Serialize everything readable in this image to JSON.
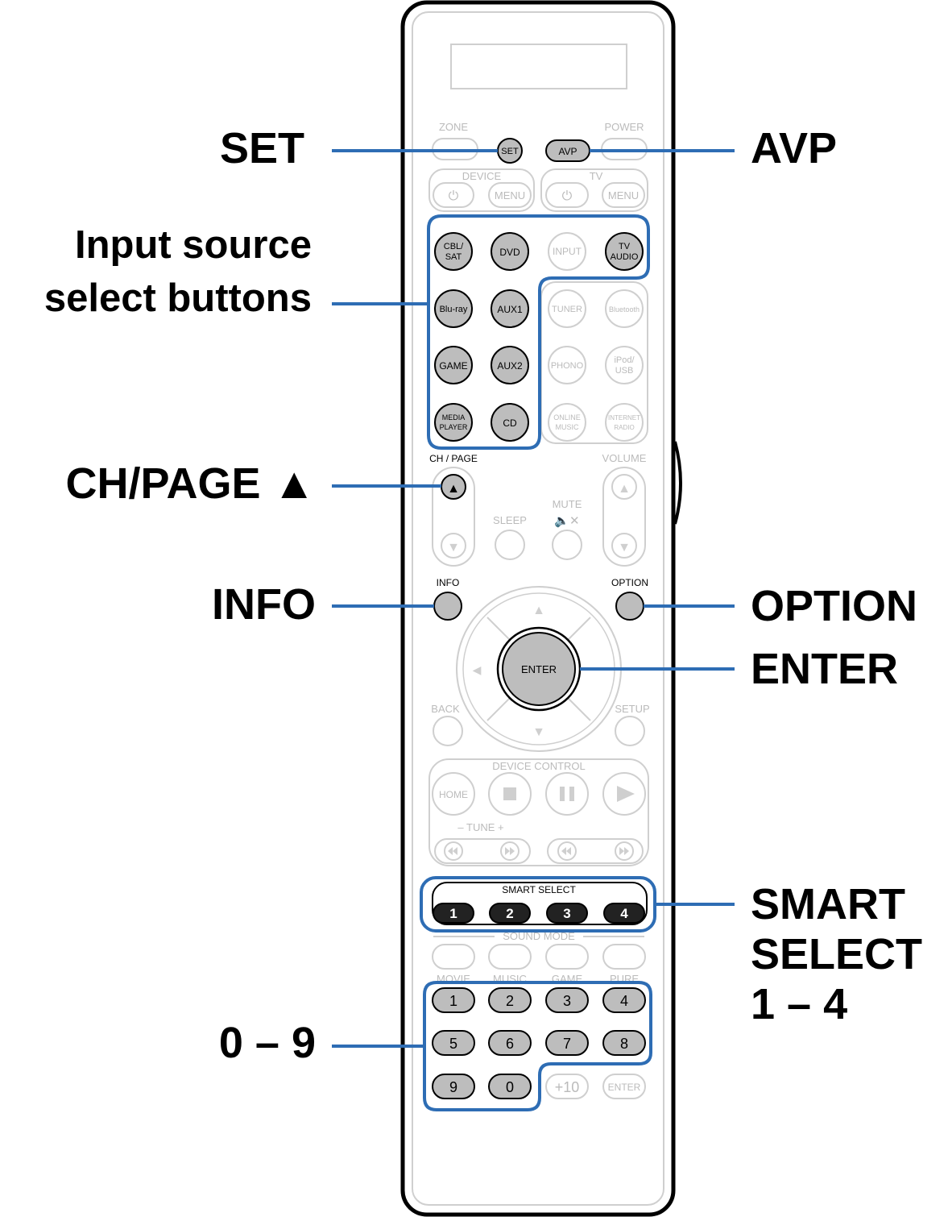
{
  "callouts": {
    "set": "SET",
    "input_line1": "Input source",
    "input_line2": "select buttons",
    "ch_page": "CH/PAGE ▲",
    "info": "INFO",
    "zero_nine": "0 – 9",
    "avp": "AVP",
    "option": "OPTION",
    "enter": "ENTER",
    "smart_line1": "SMART",
    "smart_line2": "SELECT",
    "smart_line3": "1 – 4"
  },
  "remote": {
    "zone": "ZONE",
    "power": "POWER",
    "set_btn": "SET",
    "avp_btn": "AVP",
    "device": "DEVICE",
    "tv": "TV",
    "menu": "MENU",
    "power_symbol": "⏻",
    "sources": {
      "cbl_l1": "CBL/",
      "cbl_l2": "SAT",
      "dvd": "DVD",
      "input": "INPUT",
      "tv_l1": "TV",
      "tv_l2": "AUDIO",
      "bluray": "Blu-ray",
      "aux1": "AUX1",
      "tuner": "TUNER",
      "bluetooth": "Bluetooth",
      "game": "GAME",
      "aux2": "AUX2",
      "phono": "PHONO",
      "ipod_l1": "iPod/",
      "ipod_l2": "USB",
      "media_l1": "MEDIA",
      "media_l2": "PLAYER",
      "cd": "CD",
      "online_l1": "ONLINE",
      "online_l2": "MUSIC",
      "inet_l1": "INTERNET",
      "inet_l2": "RADIO"
    },
    "ch_page": "CH / PAGE",
    "volume": "VOLUME",
    "sleep": "SLEEP",
    "mute": "MUTE",
    "mute_icon": "🔈✕",
    "up_arrow": "▲",
    "down_arrow": "▼",
    "left_arrow": "◀",
    "info": "INFO",
    "option": "OPTION",
    "enter": "ENTER",
    "back": "BACK",
    "setup": "SETUP",
    "device_control": "DEVICE CONTROL",
    "home": "HOME",
    "tune": "–  TUNE  +",
    "smart_select": "SMART SELECT",
    "smart": [
      "1",
      "2",
      "3",
      "4"
    ],
    "sound_mode": "SOUND MODE",
    "modes": [
      "MOVIE",
      "MUSIC",
      "GAME",
      "PURE"
    ],
    "numbers": [
      "1",
      "2",
      "3",
      "4",
      "5",
      "6",
      "7",
      "8",
      "9",
      "0"
    ],
    "plus10": "+10",
    "num_enter": "ENTER"
  },
  "colors": {
    "accent": "#2e6db4",
    "highlight_fill": "#bdbdbd",
    "faded": "#cfcfcf"
  }
}
